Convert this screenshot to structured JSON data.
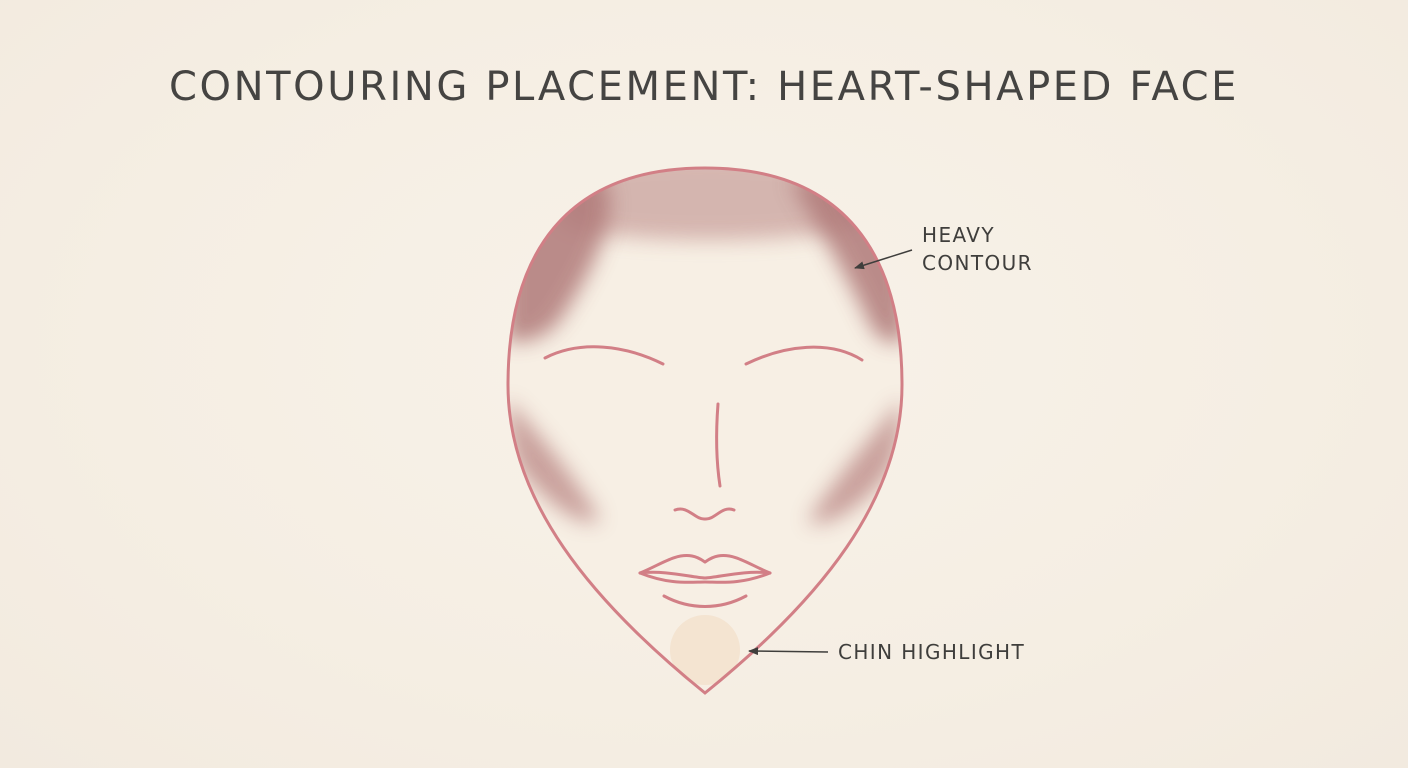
{
  "title": "CONTOURING PLACEMENT: HEART-SHAPED FACE",
  "labels": {
    "heavy_contour_line1": "HEAVY",
    "heavy_contour_line2": "CONTOUR",
    "chin_highlight": "CHIN HIGHLIGHT"
  },
  "colors": {
    "background": "#f6efe5",
    "face_outline": "#d27f86",
    "contour_shade": "#b98583",
    "highlight": "#f3e3d0",
    "text": "#454442"
  }
}
